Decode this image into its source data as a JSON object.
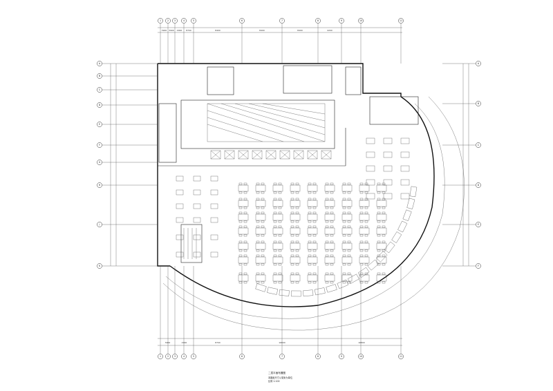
{
  "drawing": {
    "title": "二层平面布置图",
    "scale_note": "本图纸尺寸以毫米为单位",
    "scale_note2": "比例 1:100"
  },
  "grid_top": [
    "1",
    "2",
    "3",
    "4",
    "5",
    "6",
    "7",
    "8",
    "9",
    "10",
    "11"
  ],
  "grid_left": [
    "A",
    "B",
    "C",
    "D",
    "E",
    "F",
    "G",
    "H",
    "J",
    "K"
  ],
  "grid_right": [
    "A",
    "B",
    "C",
    "D",
    "E",
    "F"
  ],
  "dims_top": [
    "3900",
    "3900",
    "2900",
    "8700",
    "8400",
    "8400",
    "8400",
    "4200"
  ],
  "dims_bottom": [
    "3900",
    "2900",
    "8700",
    "16800",
    "16800"
  ]
}
